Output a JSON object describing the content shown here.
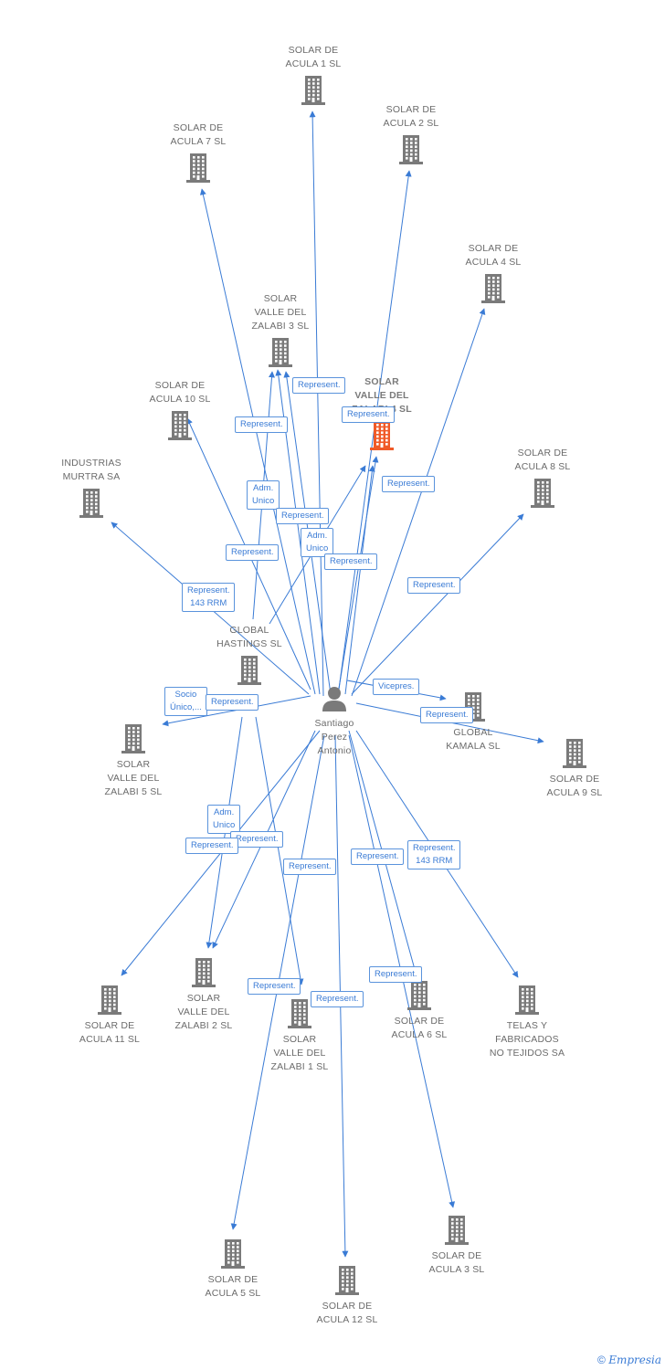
{
  "accent_color": "#3a7bd5",
  "building_color": "#7a7a7a",
  "main_building_color": "#f05a28",
  "person": {
    "label": [
      "Santiago",
      "Perez",
      "Antonio"
    ],
    "icon": "person-icon"
  },
  "nodes": [
    {
      "id": "acula1",
      "label": [
        "SOLAR DE",
        "ACULA 1 SL"
      ]
    },
    {
      "id": "acula2",
      "label": [
        "SOLAR DE",
        "ACULA 2 SL"
      ]
    },
    {
      "id": "acula7",
      "label": [
        "SOLAR DE",
        "ACULA 7 SL"
      ]
    },
    {
      "id": "acula4",
      "label": [
        "SOLAR DE",
        "ACULA 4 SL"
      ]
    },
    {
      "id": "zalabi3",
      "label": [
        "SOLAR",
        "VALLE DEL",
        "ZALABI 3 SL"
      ]
    },
    {
      "id": "zalabi4",
      "label": [
        "SOLAR",
        "VALLE DEL",
        "ZALABI 4 SL"
      ],
      "main": true
    },
    {
      "id": "acula10",
      "label": [
        "SOLAR DE",
        "ACULA 10 SL"
      ]
    },
    {
      "id": "industrias",
      "label": [
        "INDUSTRIAS",
        "MURTRA SA"
      ]
    },
    {
      "id": "acula8",
      "label": [
        "SOLAR DE",
        "ACULA 8 SL"
      ]
    },
    {
      "id": "hastings",
      "label": [
        "GLOBAL",
        "HASTINGS SL"
      ]
    },
    {
      "id": "zalabi5",
      "label": [
        "SOLAR",
        "VALLE DEL",
        "ZALABI 5 SL"
      ]
    },
    {
      "id": "kamala",
      "label": [
        "GLOBAL",
        "KAMALA SL"
      ]
    },
    {
      "id": "acula9",
      "label": [
        "SOLAR DE",
        "ACULA 9 SL"
      ]
    },
    {
      "id": "acula11",
      "label": [
        "SOLAR DE",
        "ACULA 11 SL"
      ]
    },
    {
      "id": "zalabi2",
      "label": [
        "SOLAR",
        "VALLE DEL",
        "ZALABI 2 SL"
      ]
    },
    {
      "id": "zalabi1",
      "label": [
        "SOLAR",
        "VALLE DEL",
        "ZALABI 1 SL"
      ]
    },
    {
      "id": "acula6",
      "label": [
        "SOLAR DE",
        "ACULA 6 SL"
      ]
    },
    {
      "id": "telas",
      "label": [
        "TELAS Y",
        "FABRICADOS",
        "NO TEJIDOS SA"
      ]
    },
    {
      "id": "acula5",
      "label": [
        "SOLAR DE",
        "ACULA 5 SL"
      ]
    },
    {
      "id": "acula12",
      "label": [
        "SOLAR DE",
        "ACULA 12 SL"
      ]
    },
    {
      "id": "acula3",
      "label": [
        "SOLAR DE",
        "ACULA 3 SL"
      ]
    }
  ],
  "relations": [
    {
      "id": "r1",
      "lines": [
        "Represent."
      ]
    },
    {
      "id": "r2",
      "lines": [
        "Represent."
      ]
    },
    {
      "id": "r3",
      "lines": [
        "Represent."
      ]
    },
    {
      "id": "r4",
      "lines": [
        "Represent."
      ]
    },
    {
      "id": "r5",
      "lines": [
        "Adm.",
        "Unico"
      ]
    },
    {
      "id": "r6",
      "lines": [
        "Represent."
      ]
    },
    {
      "id": "r7",
      "lines": [
        "Adm.",
        "Unico"
      ]
    },
    {
      "id": "r8",
      "lines": [
        "Represent."
      ]
    },
    {
      "id": "r9",
      "lines": [
        "Represent."
      ]
    },
    {
      "id": "r10",
      "lines": [
        "Represent.",
        "143 RRM"
      ]
    },
    {
      "id": "r11",
      "lines": [
        "Represent."
      ]
    },
    {
      "id": "r12",
      "lines": [
        "Socio",
        "Único,..."
      ]
    },
    {
      "id": "r13",
      "lines": [
        "Represent."
      ]
    },
    {
      "id": "r14",
      "lines": [
        "Vicepres."
      ]
    },
    {
      "id": "r15",
      "lines": [
        "Represent."
      ]
    },
    {
      "id": "r16",
      "lines": [
        "Adm.",
        "Unico"
      ]
    },
    {
      "id": "r17",
      "lines": [
        "Represent."
      ]
    },
    {
      "id": "r18",
      "lines": [
        "Represent."
      ]
    },
    {
      "id": "r19",
      "lines": [
        "Represent."
      ]
    },
    {
      "id": "r20",
      "lines": [
        "Represent."
      ]
    },
    {
      "id": "r21",
      "lines": [
        "Represent.",
        "143 RRM"
      ]
    },
    {
      "id": "r22",
      "lines": [
        "Represent."
      ]
    },
    {
      "id": "r23",
      "lines": [
        "Represent."
      ]
    },
    {
      "id": "r24",
      "lines": [
        "Represent."
      ]
    }
  ],
  "footer": {
    "symbol": "©",
    "brand": "Empresia"
  }
}
